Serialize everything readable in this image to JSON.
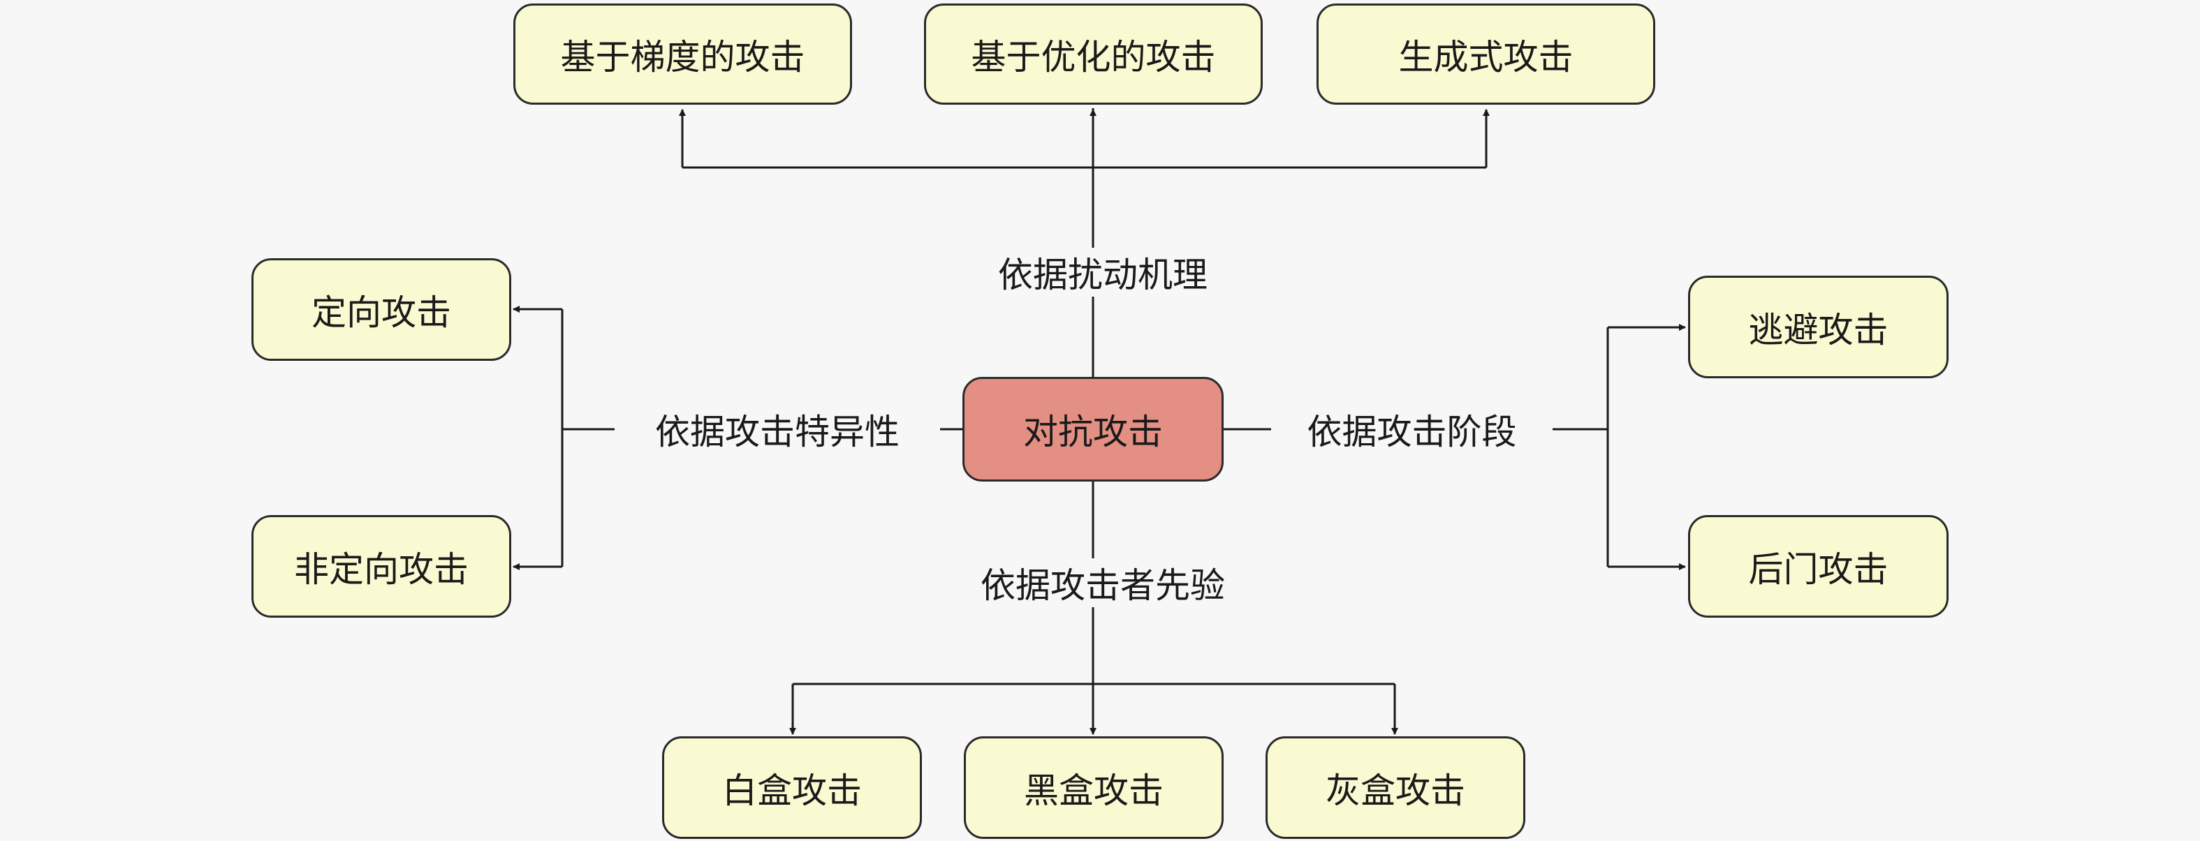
{
  "colors": {
    "background": "#f7f7f7",
    "node_fill": "#fafad2",
    "center_fill": "#e38f83",
    "line": "#1a1a1a"
  },
  "center": {
    "label": "对抗攻击"
  },
  "branches": {
    "mechanism": {
      "label": "依据扰动机理",
      "children": [
        "基于梯度的攻击",
        "基于优化的攻击",
        "生成式攻击"
      ]
    },
    "specificity": {
      "label": "依据攻击特异性",
      "children": [
        "定向攻击",
        "非定向攻击"
      ]
    },
    "stage": {
      "label": "依据攻击阶段",
      "children": [
        "逃避攻击",
        "后门攻击"
      ]
    },
    "prior": {
      "label": "依据攻击者先验",
      "children": [
        "白盒攻击",
        "黑盒攻击",
        "灰盒攻击"
      ]
    }
  }
}
